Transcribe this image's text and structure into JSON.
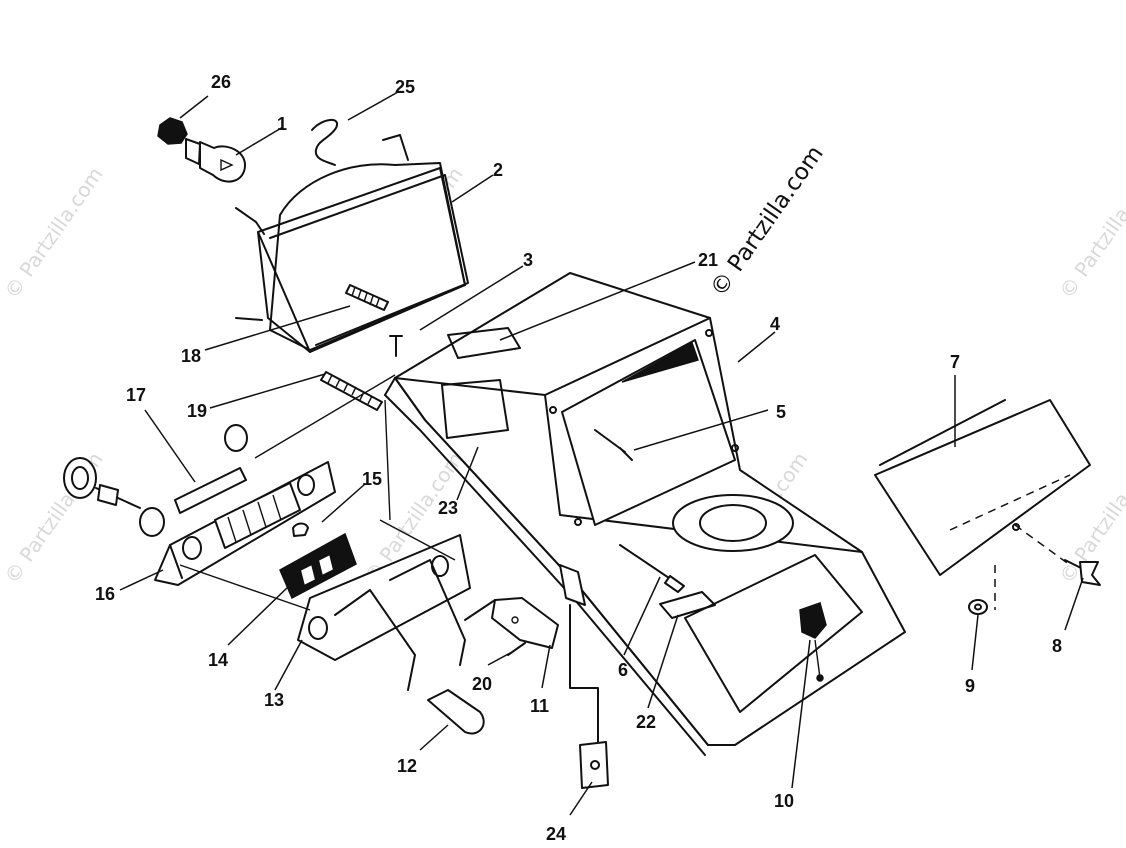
{
  "watermark": {
    "main": "© Partzilla.com",
    "faded": "© Partzilla.com"
  },
  "callouts": [
    "1",
    "2",
    "3",
    "4",
    "5",
    "6",
    "7",
    "8",
    "9",
    "10",
    "11",
    "12",
    "13",
    "14",
    "15",
    "16",
    "17",
    "18",
    "19",
    "20",
    "21",
    "22",
    "23",
    "24",
    "25",
    "26"
  ]
}
